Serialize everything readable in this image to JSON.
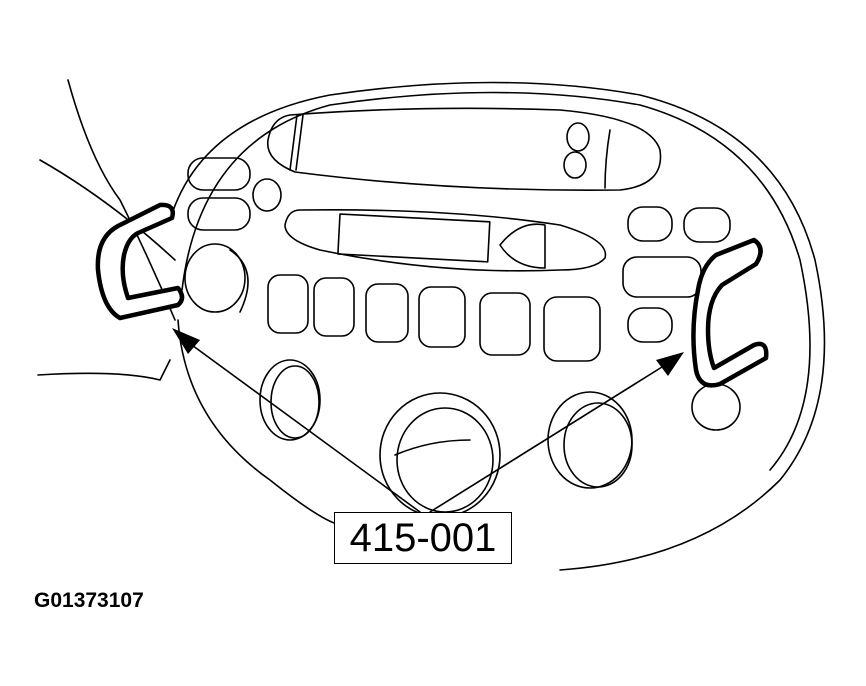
{
  "diagram": {
    "subject": "radio/climate control bezel with removal tool clips",
    "callout_label": "415-001",
    "figure_id": "G01373107",
    "callout_targets": [
      "left-removal-tool",
      "right-removal-tool"
    ],
    "colors": {
      "line": "#000000",
      "background": "#ffffff"
    }
  }
}
